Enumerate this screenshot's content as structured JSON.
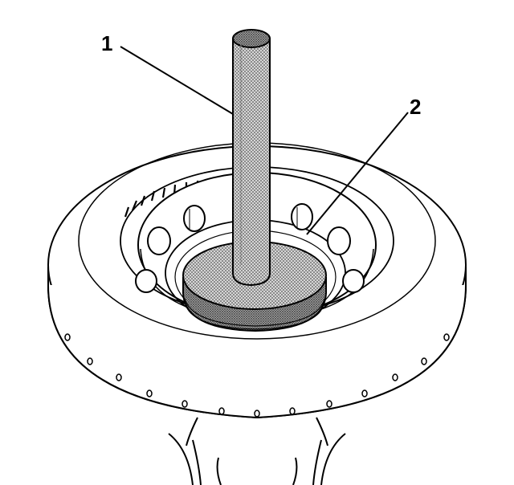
{
  "callouts": [
    {
      "id": "1",
      "label": "1"
    },
    {
      "id": "2",
      "label": "2"
    }
  ],
  "colors": {
    "line": "#000000",
    "background": "#ffffff",
    "stipple_dark": "#5a5a5a",
    "stipple_light": "#c8c8c8"
  }
}
